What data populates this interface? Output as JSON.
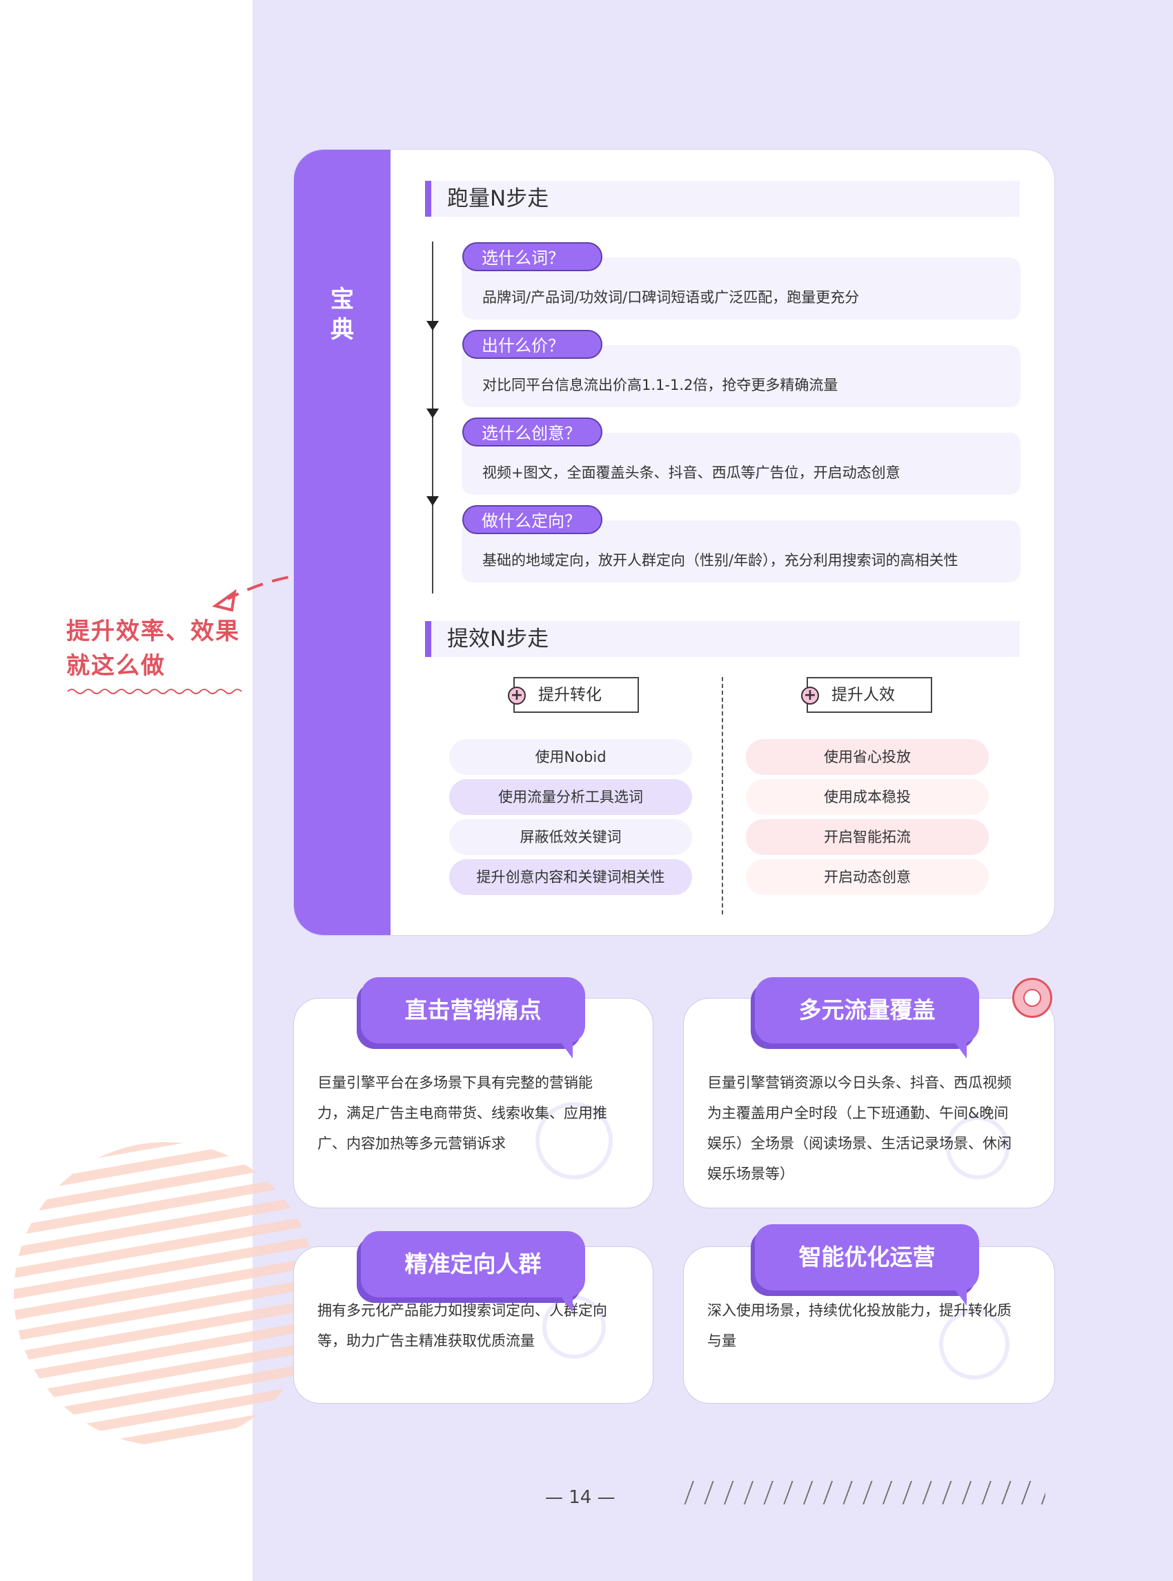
{
  "sidebar_label": "宝典",
  "section1": {
    "title": "跑量N步走",
    "steps": [
      {
        "q": "选什么词？",
        "desc": "品牌词/产品词/功效词/口碑词短语或广泛匹配，跑量更充分"
      },
      {
        "q": "出什么价？",
        "desc": "对比同平台信息流出价高1.1-1.2倍，抢夺更多精确流量"
      },
      {
        "q": "选什么创意？",
        "desc": "视频+图文，全面覆盖头条、抖音、西瓜等广告位，开启动态创意"
      },
      {
        "q": "做什么定向？",
        "desc": "基础的地域定向，放开人群定向（性别/年龄），充分利用搜索词的高相关性"
      }
    ]
  },
  "section2": {
    "title": "提效N步走",
    "left": {
      "tab": "提升转化",
      "options": [
        "使用Nobid",
        "使用流量分析工具选词",
        "屏蔽低效关键词",
        "提升创意内容和关键词相关性"
      ]
    },
    "right": {
      "tab": "提升人效",
      "options": [
        "使用省心投放",
        "使用成本稳投",
        "开启智能拓流",
        "开启动态创意"
      ]
    }
  },
  "annotation": {
    "line1": "提升效率、效果",
    "line2": "就这么做"
  },
  "features": [
    {
      "title": "直击营销痛点",
      "body": [
        "巨量引擎平台在多场景下具有完整的营销能",
        "力，满足广告主电商带货、线索收集、应用推",
        "广、内容加热等多元营销诉求"
      ]
    },
    {
      "title": "多元流量覆盖",
      "body": [
        "巨量引擎营销资源以今日头条、抖音、西瓜视频",
        "为主覆盖用户全时段（上下班通勤、午间&晚间",
        "娱乐）全场景（阅读场景、生活记录场景、休闲",
        "娱乐场景等）"
      ]
    },
    {
      "title": "精准定向人群",
      "body": [
        "拥有多元化产品能力如搜索词定向、人群定向",
        "等，助力广告主精准获取优质流量"
      ]
    },
    {
      "title": "智能优化运营",
      "body": [
        "深入使用场景，持续优化投放能力，提升转化质",
        "与量"
      ]
    }
  ],
  "page_number": "— 14 —",
  "colors": {
    "primary": "#9b6df2",
    "panel": "#e8e5fa",
    "annotation": "#e2535f"
  }
}
